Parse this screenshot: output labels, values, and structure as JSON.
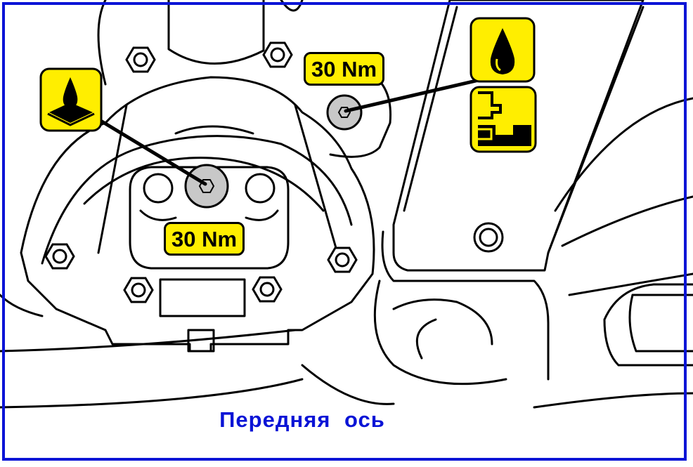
{
  "labels": {
    "torque_upper": "30 Nm",
    "torque_lower": "30 Nm",
    "caption": "Передняя  ось"
  },
  "icons": {
    "left_symbol": "oil-drop-on-surface-icon",
    "right_symbol_top": "oil-drop-icon",
    "right_symbol_bottom": "oil-level-plug-icon"
  },
  "colors": {
    "frame": "#0a14d6",
    "caption": "#0a14d6",
    "label_fill": "#ffee00",
    "outline": "#000000"
  }
}
